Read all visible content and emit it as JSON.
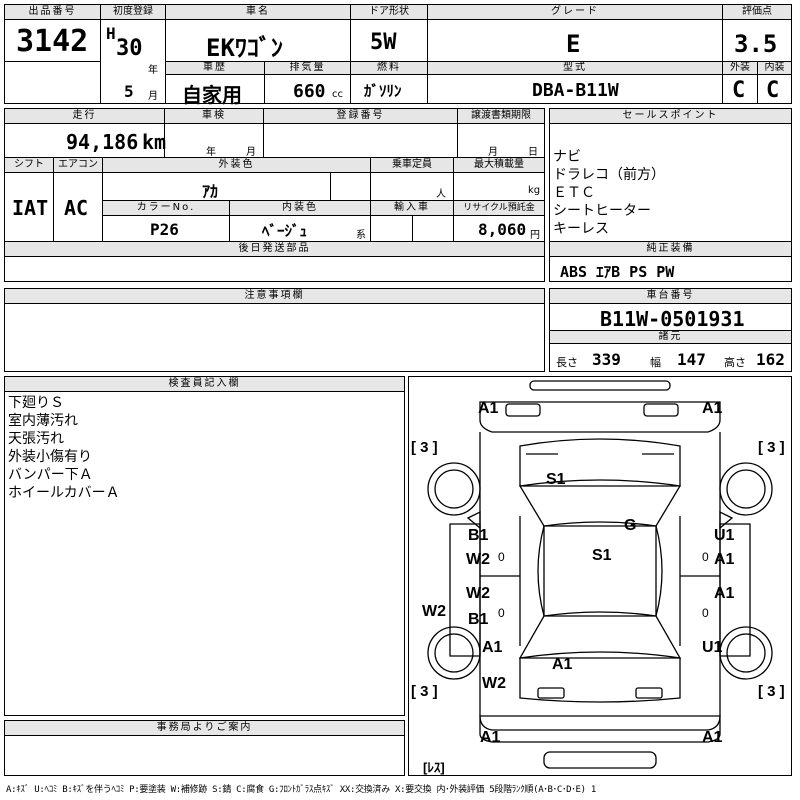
{
  "lot": {
    "label": "出品番号",
    "value": "3142"
  },
  "first_reg": {
    "label": "初度登録",
    "era": "H",
    "year": "30",
    "year_unit": "年",
    "month": "5",
    "month_unit": "月"
  },
  "car_name": {
    "label": "車名",
    "value": "EKﾜｺﾞﾝ"
  },
  "door": {
    "label": "ドア形状",
    "value": "5W"
  },
  "grade": {
    "label": "グレード",
    "value": "E"
  },
  "score": {
    "label": "評価点",
    "value": "3.5"
  },
  "history": {
    "label": "車歴",
    "value": "自家用"
  },
  "displacement": {
    "label": "排気量",
    "value": "660",
    "unit": "cc"
  },
  "fuel": {
    "label": "燃料",
    "value": "ｶﾞｿﾘﾝ"
  },
  "model": {
    "label": "型式",
    "value": "DBA-B11W"
  },
  "exterior": {
    "label": "外装",
    "value": "C"
  },
  "interior": {
    "label": "内装",
    "value": "C"
  },
  "mileage": {
    "label": "走行",
    "value": "94,186",
    "unit": "km"
  },
  "inspection": {
    "label": "車検",
    "year_unit": "年",
    "month_unit": "月"
  },
  "reg_no": {
    "label": "登録番号"
  },
  "transfer": {
    "label": "譲渡書類期限",
    "month_unit": "月",
    "day_unit": "日"
  },
  "shift": {
    "label": "シフト",
    "value": "IAT"
  },
  "aircon": {
    "label": "エアコン",
    "value": "AC"
  },
  "ext_color": {
    "label": "外装色",
    "value": "ｱｶ"
  },
  "capacity": {
    "label": "乗車定員",
    "unit": "人"
  },
  "max_load": {
    "label": "最大積載量",
    "unit": "kg"
  },
  "color_no": {
    "label": "カラーNo.",
    "value": "P26"
  },
  "int_color": {
    "label": "内装色",
    "value": "ﾍﾞｰｼﾞｭ",
    "unit": "系"
  },
  "import": {
    "label": "輸入車"
  },
  "recycle": {
    "label": "リサイクル預託金",
    "value": "8,060",
    "unit": "円"
  },
  "later_parts": {
    "label": "後日発送部品"
  },
  "notes_field": {
    "label": "注意事項欄"
  },
  "sales": {
    "label": "セールスポイント",
    "items": [
      "ナビ",
      "ドラレコ（前方）",
      "ＥＴＣ",
      "シートヒーター",
      "キーレス"
    ]
  },
  "equipment": {
    "label": "純正装備",
    "value": "ABS ｴｱB PS PW"
  },
  "chassis": {
    "label": "車台番号",
    "value": "B11W-0501931"
  },
  "specs": {
    "label": "諸元",
    "length_label": "長さ",
    "length": "339",
    "width_label": "幅",
    "width": "147",
    "height_label": "高さ",
    "height": "162"
  },
  "inspector": {
    "label": "検査員記入欄",
    "lines": [
      "下廻りＳ",
      "室内薄汚れ",
      "天張汚れ",
      "外装小傷有り",
      "バンパー下Ａ",
      "ホイールカバーＡ"
    ]
  },
  "office": {
    "label": "事務局よりご案内"
  },
  "diagram": {
    "marks": [
      "A1",
      "A1",
      "S1",
      "G",
      "B1",
      "W2",
      "U1",
      "A1",
      "S1",
      "W2",
      "B1",
      "A1",
      "W2",
      "A1",
      "U1",
      "A1",
      "W2",
      "A1",
      "A1"
    ],
    "tire_marks": [
      "[ 3 ]",
      "[ 3 ]",
      "[ 3 ]",
      "[ 3 ]",
      "[ﾚｽ]"
    ],
    "zeros": [
      "0",
      "0",
      "0",
      "0"
    ]
  },
  "legend": "A:ｷｽﾞ U:ﾍｺﾐ B:ｷｽﾞを伴うﾍｺﾐ P:要塗装 W:補修跡 S:錆 C:腐食 G:ﾌﾛﾝﾄｶﾞﾗｽ点ｷｽﾞ XX:交換済み X:要交換 内･外装評価 5段階ﾗﾝｸ順(A･B･C･D･E) 1"
}
